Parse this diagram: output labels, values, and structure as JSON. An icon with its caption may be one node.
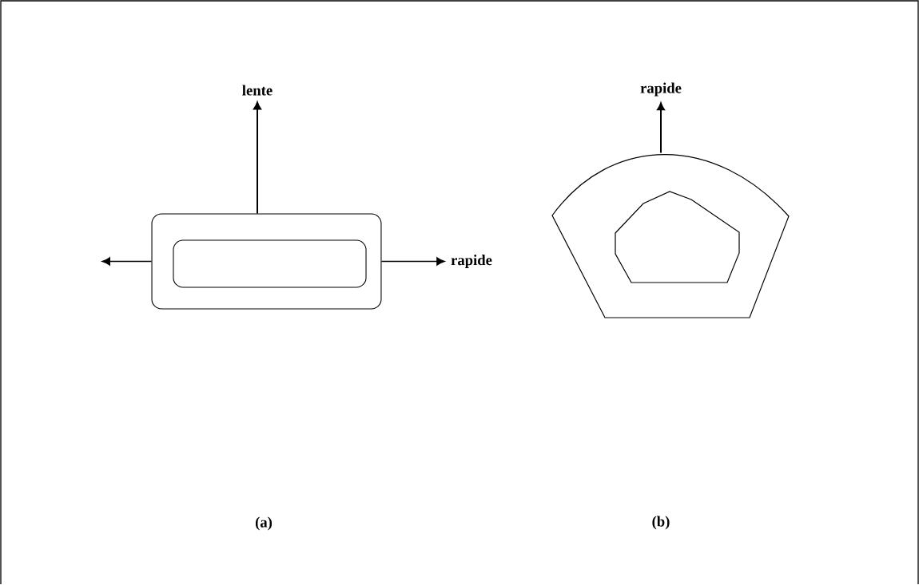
{
  "diagram": {
    "nodes": [
      {
        "text": [],
        "shape": "box"
      },
      {
        "text": [],
        "shape": "box",
        "in": 0
      },
      {
        "text": [
          "lente"
        ]
      },
      {
        "text": [
          "rapide"
        ]
      },
      {
        "text": [],
        "shape": "pentagon"
      },
      {
        "text": [],
        "shape": "polygon",
        "in": 4
      },
      {
        "text": [
          "rapide"
        ]
      }
    ],
    "edges": [
      {
        "from": 0,
        "to": 2,
        "arrow": "to"
      },
      {
        "from": 0,
        "to": null,
        "arrow": "to"
      },
      {
        "from": 0,
        "to": 3,
        "arrow": "to"
      },
      {
        "from": 4,
        "to": 6,
        "arrow": "to"
      }
    ],
    "labels": [
      "(a)",
      "(b)"
    ]
  }
}
